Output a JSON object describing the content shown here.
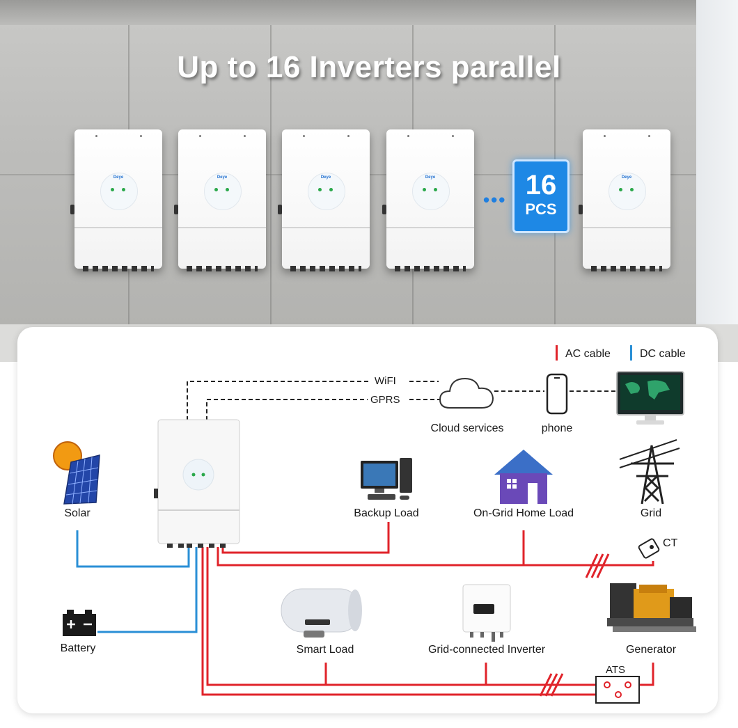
{
  "headline": "Up to 16 Inverters parallel",
  "badge": {
    "number": "16",
    "unit": "PCS"
  },
  "inverter_brand": "Deye",
  "legend": {
    "ac": "AC cable",
    "dc": "DC cable"
  },
  "links": {
    "wifi": "WiFI",
    "gprs": "GPRS"
  },
  "nodes": {
    "cloud": "Cloud services",
    "phone": "phone",
    "solar": "Solar",
    "backup": "Backup Load",
    "home": "On-Grid Home Load",
    "grid": "Grid",
    "ct": "CT",
    "battery": "Battery",
    "smart": "Smart Load",
    "gridinv": "Grid-connected Inverter",
    "generator": "Generator",
    "ats": "ATS"
  },
  "colors": {
    "ac": "#e0232a",
    "dc": "#2a8fd6",
    "badge": "#1e88e5"
  }
}
